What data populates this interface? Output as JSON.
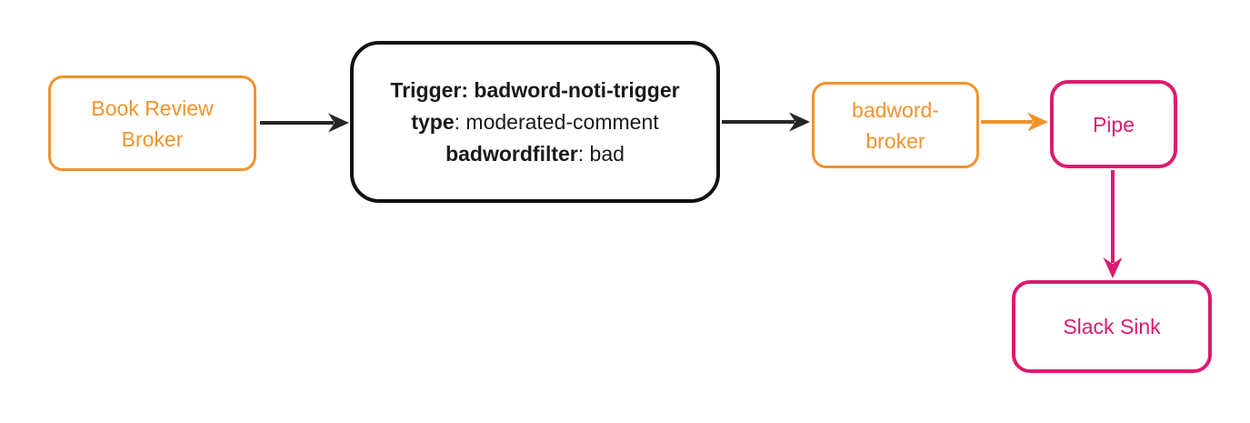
{
  "diagram": {
    "nodes": {
      "book_review_broker": {
        "label": "Book Review Broker",
        "shape": "rounded-rect",
        "color": "#F0932B"
      },
      "trigger": {
        "shape": "rounded-rect",
        "color": "#111111",
        "line1": "Trigger: badword-noti-trigger",
        "line2_key": "type",
        "line2_value": ": moderated-comment",
        "line3_key": "badwordfilter",
        "line3_value": ": bad"
      },
      "badword_broker": {
        "label": "badword-broker",
        "shape": "rounded-rect",
        "color": "#F0932B"
      },
      "pipe": {
        "label": "Pipe",
        "shape": "rounded-rect",
        "color": "#DD1A6F"
      },
      "slack_sink": {
        "label": "Slack Sink",
        "shape": "rounded-rect",
        "color": "#DD1A6F"
      }
    },
    "edges": [
      {
        "from": "book_review_broker",
        "to": "trigger",
        "direction": "right",
        "color": "#262626"
      },
      {
        "from": "trigger",
        "to": "badword_broker",
        "direction": "right",
        "color": "#262626"
      },
      {
        "from": "badword_broker",
        "to": "pipe",
        "direction": "right",
        "color": "#F0932B"
      },
      {
        "from": "pipe",
        "to": "slack_sink",
        "direction": "down",
        "color": "#DD1A6F"
      }
    ]
  },
  "colors": {
    "orange": "#F0932B",
    "pink": "#DD1A6F",
    "node_border_black": "#111111",
    "text_black": "#1a1a1a",
    "arrow_black": "#262626",
    "background": "#FFFFFF"
  }
}
